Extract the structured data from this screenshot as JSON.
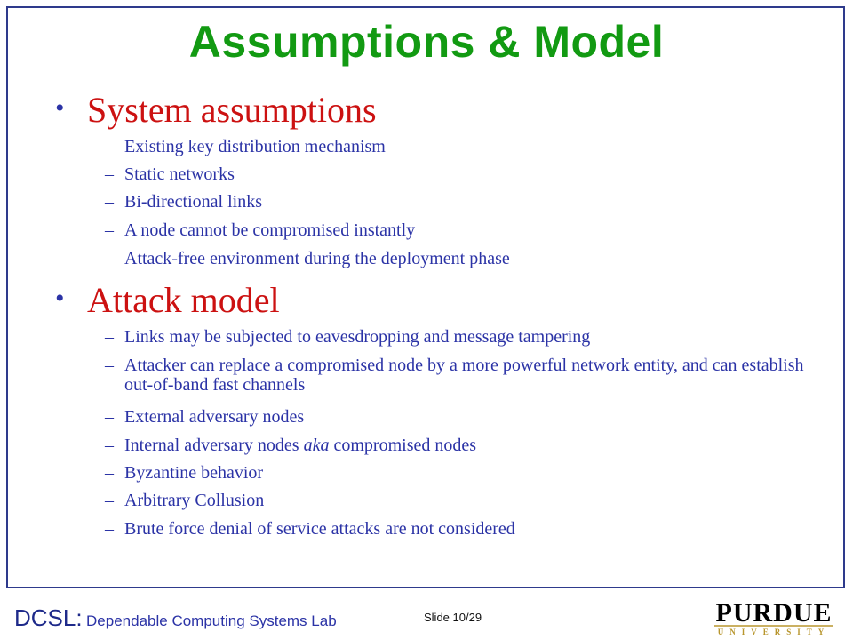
{
  "title": "Assumptions & Model",
  "sections": [
    {
      "heading": "System assumptions",
      "items": [
        "Existing key distribution mechanism",
        "Static networks",
        "Bi-directional links",
        "A node cannot be compromised instantly",
        "Attack-free environment during the deployment phase"
      ]
    },
    {
      "heading": "Attack model",
      "items": [
        "Links may be subjected to eavesdropping and message tampering",
        "Attacker can replace a compromised node by a more powerful network entity, and can establish out-of-band fast channels",
        "External adversary nodes",
        "Internal adversary nodes aka compromised nodes",
        "Byzantine behavior",
        "Arbitrary Collusion",
        "Brute force denial of service attacks are not considered"
      ]
    }
  ],
  "footer": {
    "lab_abbr": "DCSL:",
    "lab_name": "Dependable Computing Systems Lab",
    "slide_number": "Slide 10/29",
    "logo_top": "PURDUE",
    "logo_bottom": "UNIVERSITY"
  },
  "colors": {
    "title": "#129a12",
    "heading": "#cc1111",
    "body": "#2b33a6",
    "frame": "#2e3a8c"
  }
}
